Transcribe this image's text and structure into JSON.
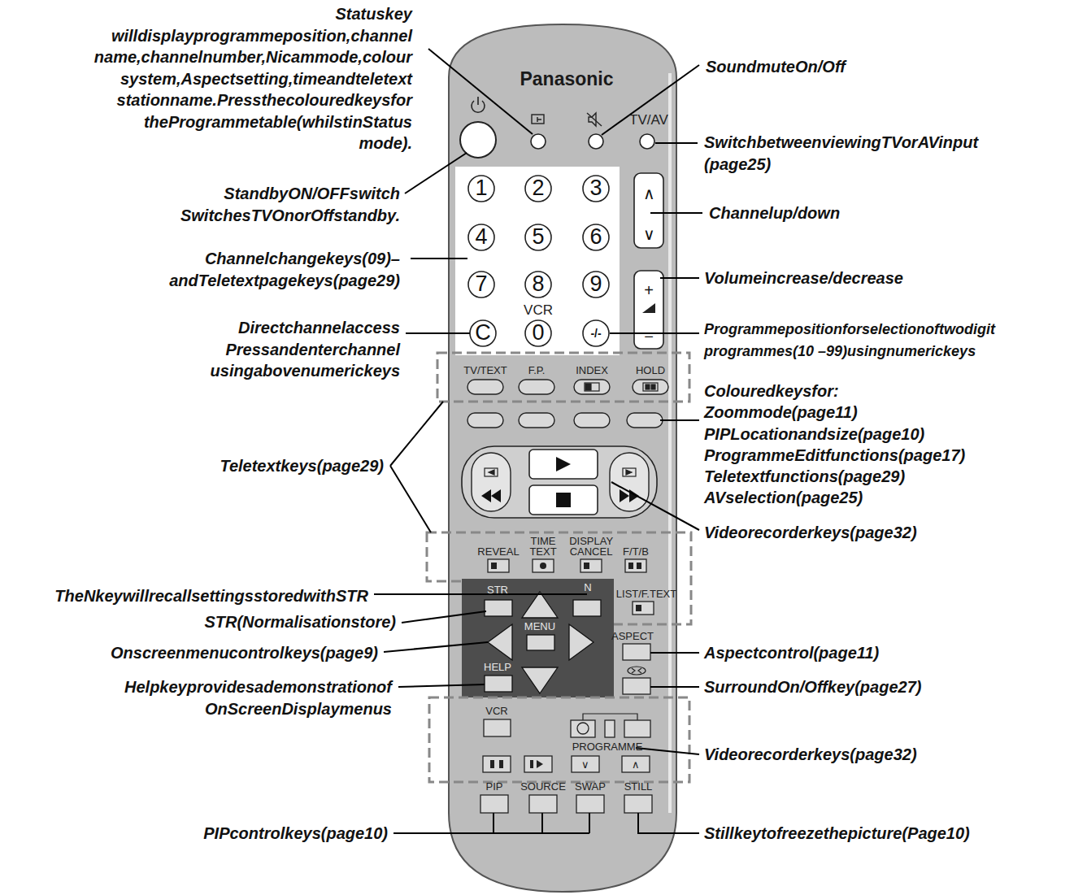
{
  "diagram": {
    "labels": [
      "Statuskey willdisplayprogrammeposition,channel name,channelnumber,Nicammode,colour system,Aspectsetting,timeandteletext stationname.Pressthecolouredkeysfor theProgrammetable(whilstinStatus mode).",
      "SoundmuteOn/Off",
      "SwitchbetweenviewingTVorAVinput (page25)",
      "StandbyON/OFFswitch SwitchesTVOnorOffstandby.",
      "Channelup/down",
      "Channelchangekeys(09)– andTeletextpagekeys(page29)",
      "Volumeincrease/decrease",
      "Directchannelaccess Pressandenterchannel usingabovenumerickeys",
      "Programmepositionforselectionoftwodigit programmes(10 –99)usingnumerickeys",
      "Colouredkeysfor:",
      "Zoommode(page11)",
      "PIPLocationandsize(page10)",
      "ProgrammeEditfunctions(page17)",
      "Teletextfunctions(page29)",
      "AVselection(page25)",
      "Teletextkeys(page29)",
      "Videorecorderkeys(page32)",
      "TheNkeywillrecallsettingsstoredwithSTR",
      "STR(Normalisationstore)",
      "Onscreenmenucontrolkeys(page9)",
      "Aspectcontrol(page11)",
      "Helpkeyprovidesademonstrationof OnScreenDisplaymenus",
      "SurroundOn/Offkey(page27)",
      "Videorecorderkeys(page32)",
      "PIPcontrolkeys(page10)",
      "Stillkeytofreezethepicture(Page10)",
      "Panasonic",
      "TV/AV",
      "1",
      "2",
      "3",
      "4",
      "5",
      "6",
      "7",
      "8",
      "9",
      "VCR",
      "C",
      "0",
      "-/-",
      "∧",
      "∨",
      "+",
      "−",
      "TV/TEXT",
      "F.P.",
      "INDEX",
      "HOLD",
      "REVEAL",
      "TIME TEXT",
      "DISPLAY CANCEL",
      "F/T/B",
      "LIST/F.TEXT",
      "STR",
      "N",
      "MENU",
      "ASPECT",
      "HELP",
      "VCR",
      "PROGRAMME",
      "∨",
      "∧",
      "PIP",
      "SOURCE",
      "SWAP",
      "STILL"
    ]
  }
}
